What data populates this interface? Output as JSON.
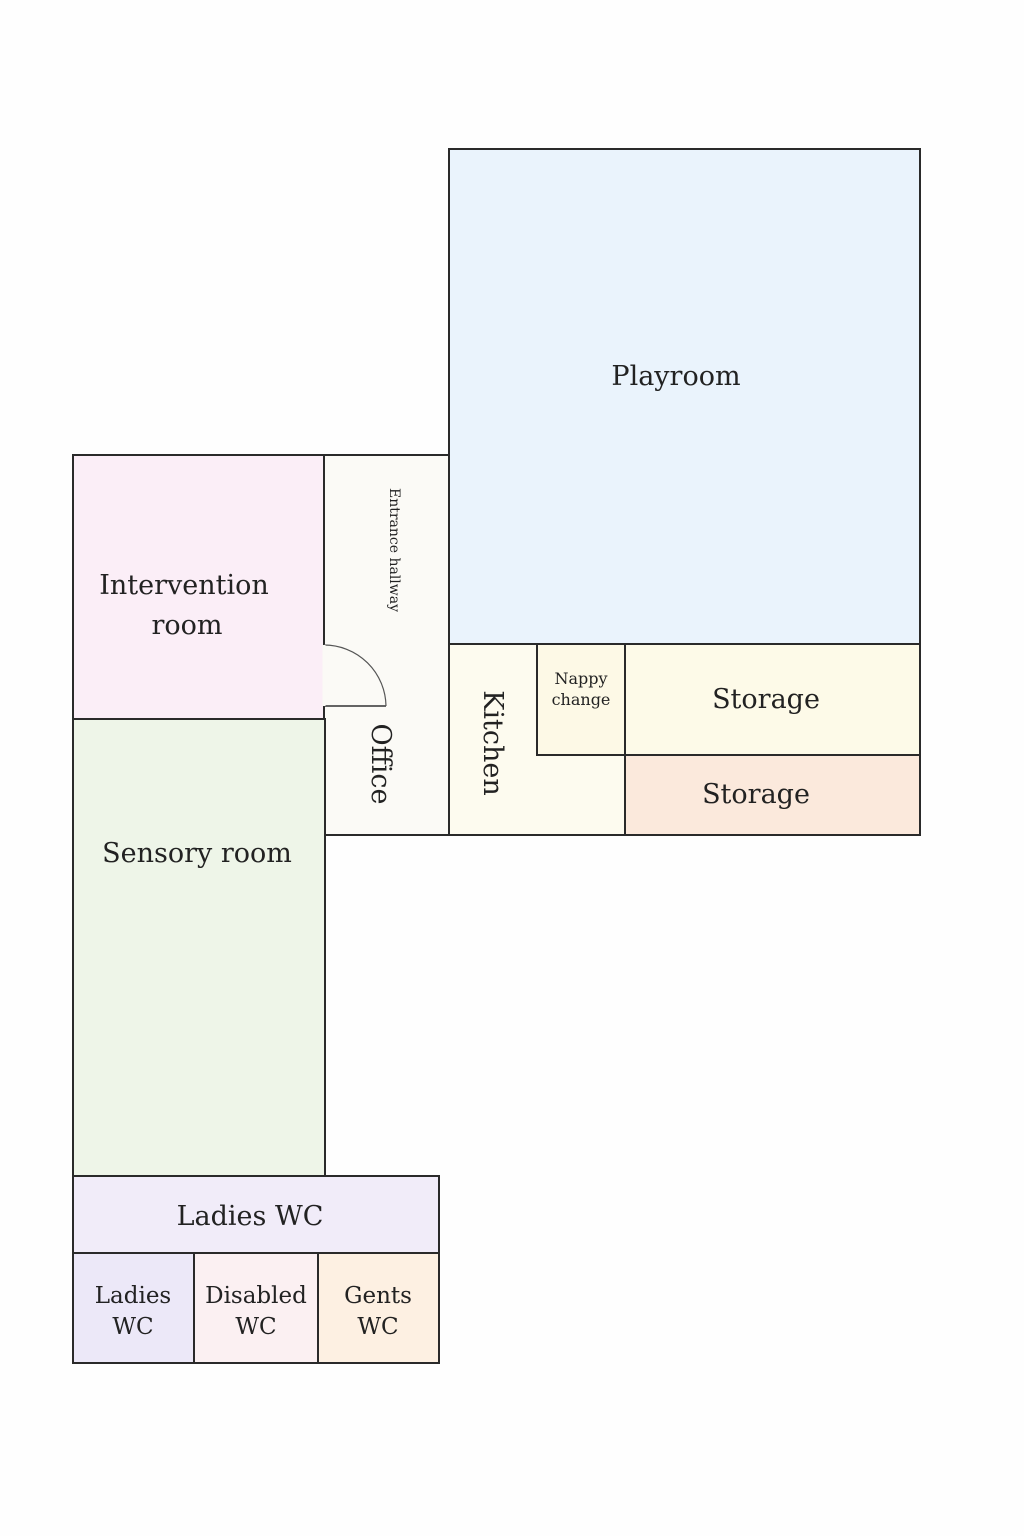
{
  "rooms": {
    "playroom": {
      "name": "Playroom",
      "color": "#eaf3fc"
    },
    "intervention": {
      "line1": "Intervention",
      "line2": "room",
      "color": "#fbeef7"
    },
    "entrance": {
      "name": "Entrance hallway",
      "color": "#fbfaf6"
    },
    "office": {
      "name": "Office",
      "color": "#fbfaf6"
    },
    "kitchen": {
      "name": "Kitchen",
      "color": "#fdfbef"
    },
    "nappy": {
      "line1": "Nappy",
      "line2": "change",
      "color": "#fdf9e6"
    },
    "storage_upper": {
      "name": "Storage",
      "color": "#fdfae8"
    },
    "storage_lower": {
      "name": "Storage",
      "color": "#fbe9dc"
    },
    "sensory": {
      "name": "Sensory room",
      "color": "#eef5e8"
    },
    "ladies_wc_main": {
      "name": "Ladies WC",
      "color": "#f1ecf9"
    },
    "ladies_wc": {
      "line1": "Ladies",
      "line2": "WC",
      "color": "#ece8f8"
    },
    "disabled_wc": {
      "line1": "Disabled",
      "line2": "WC",
      "color": "#fbf0f2"
    },
    "gents_wc": {
      "line1": "Gents",
      "line2": "WC",
      "color": "#fdf0e2"
    }
  }
}
